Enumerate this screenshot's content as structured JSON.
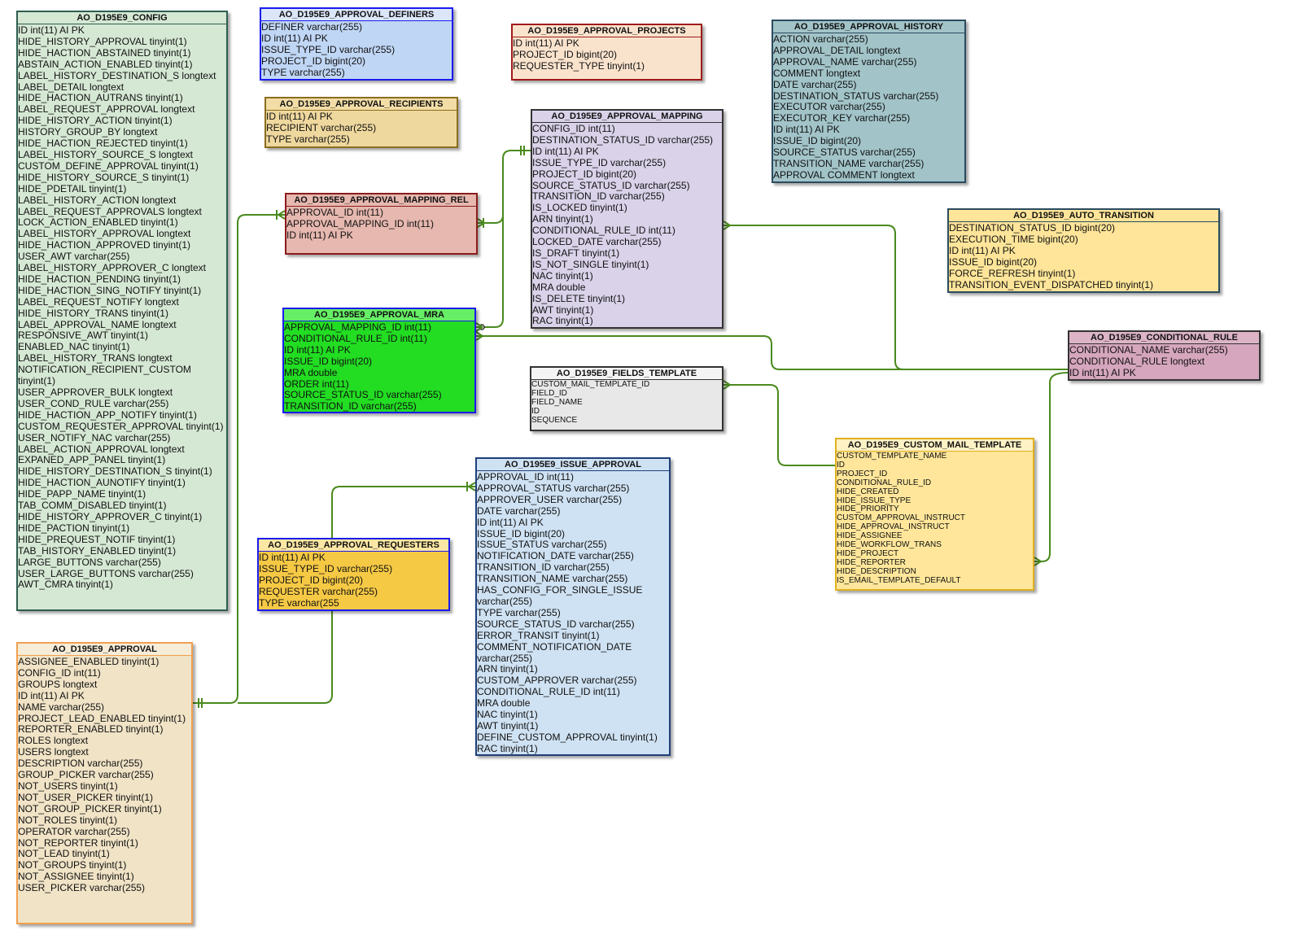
{
  "tables": [
    {
      "id": "config",
      "name": "AO_D195E9_CONFIG",
      "bg": "#d5e8d4",
      "border": "#2e5e50",
      "header_bg": "#d5e8d4",
      "rows": [
        "ID int(11) AI PK",
        "HIDE_HISTORY_APPROVAL tinyint(1)",
        "HIDE_HACTION_ABSTAINED tinyint(1)",
        "ABSTAIN_ACTION_ENABLED tinyint(1)",
        "LABEL_HISTORY_DESTINATION_S longtext",
        "LABEL_DETAIL longtext",
        "HIDE_HACTION_AUTRANS tinyint(1)",
        "LABEL_REQUEST_APPROVAL longtext",
        "HIDE_HISTORY_ACTION tinyint(1)",
        "HISTORY_GROUP_BY longtext",
        "HIDE_HACTION_REJECTED tinyint(1)",
        "LABEL_HISTORY_SOURCE_S longtext",
        "CUSTOM_DEFINE_APPROVAL tinyint(1)",
        "HIDE_HISTORY_SOURCE_S tinyint(1)",
        "HIDE_PDETAIL tinyint(1)",
        "LABEL_HISTORY_ACTION longtext",
        "LABEL_REQUEST_APPROVALS longtext",
        "LOCK_ACTION_ENABLED tinyint(1)",
        "LABEL_HISTORY_APPROVAL longtext",
        "HIDE_HACTION_APPROVED tinyint(1)",
        "USER_AWT varchar(255)",
        "LABEL_HISTORY_APPROVER_C longtext",
        "HIDE_HACTION_PENDING tinyint(1)",
        "HIDE_HACTION_SING_NOTIFY tinyint(1)",
        "LABEL_REQUEST_NOTIFY longtext",
        "HIDE_HISTORY_TRANS tinyint(1)",
        "LABEL_APPROVAL_NAME longtext",
        "RESPONSIVE_AWT tinyint(1)",
        "ENABLED_NAC tinyint(1)",
        "LABEL_HISTORY_TRANS longtext",
        "NOTIFICATION_RECIPIENT_CUSTOM tinyint(1)",
        "USER_APPROVER_BULK longtext",
        "USER_COND_RULE varchar(255)",
        "HIDE_HACTION_APP_NOTIFY tinyint(1)",
        "CUSTOM_REQUESTER_APPROVAL tinyint(1)",
        "USER_NOTIFY_NAC varchar(255)",
        "LABEL_ACTION_APPROVAL longtext",
        "EXPANED_APP_PANEL tinyint(1)",
        "HIDE_HISTORY_DESTINATION_S tinyint(1)",
        "HIDE_HACTION_AUNOTIFY tinyint(1)",
        "HIDE_PAPP_NAME tinyint(1)",
        "TAB_COMM_DISABLED tinyint(1)",
        "HIDE_HISTORY_APPROVER_C tinyint(1)",
        "HIDE_PACTION tinyint(1)",
        "HIDE_PREQUEST_NOTIF tinyint(1)",
        "TAB_HISTORY_ENABLED tinyint(1)",
        "LARGE_BUTTONS varchar(255)",
        "USER_LARGE_BUTTONS varchar(255)",
        "AWT_CMRA tinyint(1)"
      ]
    },
    {
      "id": "definers",
      "name": "AO_D195E9_APPROVAL_DEFINERS",
      "bg": "#c0d6f5",
      "border": "#1a1aee",
      "header_bg": "#dbe6f9",
      "rows": [
        "DEFINER varchar(255)",
        "ID int(11) AI PK",
        "ISSUE_TYPE_ID varchar(255)",
        "PROJECT_ID bigint(20)",
        "TYPE varchar(255)"
      ]
    },
    {
      "id": "projects",
      "name": "AO_D195E9_APPROVAL_PROJECTS",
      "bg": "#fae3cd",
      "border": "#a01a1a",
      "header_bg": "#fae3cd",
      "rows": [
        "ID int(11) AI PK",
        "PROJECT_ID bigint(20)",
        "REQUESTER_TYPE tinyint(1)"
      ]
    },
    {
      "id": "history",
      "name": "AO_D195E9_APPROVAL_HISTORY",
      "bg": "#a2c4c9",
      "border": "#2b4b5e",
      "header_bg": "#a2c4c9",
      "rows": [
        "ACTION varchar(255)",
        "APPROVAL_DETAIL longtext",
        "APPROVAL_NAME varchar(255)",
        "COMMENT longtext",
        "DATE varchar(255)",
        "DESTINATION_STATUS varchar(255)",
        "EXECUTOR varchar(255)",
        "EXECUTOR_KEY varchar(255)",
        "ID int(11) AI PK",
        "ISSUE_ID bigint(20)",
        "SOURCE_STATUS varchar(255)",
        "TRANSITION_NAME varchar(255)",
        "APPROVAL COMMENT longtext"
      ]
    },
    {
      "id": "recipients",
      "name": "AO_D195E9_APPROVAL_RECIPIENTS",
      "bg": "#efd89e",
      "border": "#8a6d1e",
      "header_bg": "#f2dda6",
      "rows": [
        "ID int(11) AI PK",
        "RECIPIENT varchar(255)",
        "TYPE varchar(255)"
      ]
    },
    {
      "id": "mapping",
      "name": "AO_D195E9_APPROVAL_MAPPING",
      "bg": "#d9d2e9",
      "border": "#333333",
      "header_bg": "#d9d2e9",
      "rows": [
        "CONFIG_ID int(11)",
        "DESTINATION_STATUS_ID varchar(255)",
        "ID int(11) AI PK",
        "ISSUE_TYPE_ID varchar(255)",
        "PROJECT_ID bigint(20)",
        "SOURCE_STATUS_ID varchar(255)",
        "TRANSITION_ID varchar(255)",
        "IS_LOCKED tinyint(1)",
        "ARN tinyint(1)",
        "CONDITIONAL_RULE_ID int(11)",
        "LOCKED_DATE varchar(255)",
        "IS_DRAFT tinyint(1)",
        "IS_NOT_SINGLE tinyint(1)",
        "NAC tinyint(1)",
        "MRA double",
        "IS_DELETE tinyint(1)",
        "AWT tinyint(1)",
        "RAC tinyint(1)"
      ]
    },
    {
      "id": "mapping_rel",
      "name": "AO_D195E9_APPROVAL_MAPPING_REL",
      "bg": "#e6b8af",
      "border": "#8b1c1c",
      "header_bg": "#e6b8af",
      "rows": [
        "APPROVAL_ID int(11)",
        "APPROVAL_MAPPING_ID int(11)",
        "ID int(11) AI PK"
      ]
    },
    {
      "id": "auto_transition",
      "name": "AO_D195E9_AUTO_TRANSITION",
      "bg": "#ffe599",
      "border": "#2b4b5e",
      "header_bg": "#ffe599",
      "rows": [
        "DESTINATION_STATUS_ID bigint(20)",
        "EXECUTION_TIME bigint(20)",
        "ID int(11) AI PK",
        "ISSUE_ID bigint(20)",
        "FORCE_REFRESH tinyint(1)",
        "TRANSITION_EVENT_DISPATCHED tinyint(1)"
      ]
    },
    {
      "id": "mra",
      "name": "AO_D195E9_APPROVAL_MRA",
      "bg": "#22dd22",
      "border": "#1a1aee",
      "header_bg": "#66ee66",
      "rows": [
        "APPROVAL_MAPPING_ID int(11)",
        "CONDITIONAL_RULE_ID int(11)",
        "ID int(11) AI PK",
        "ISSUE_ID bigint(20)",
        "MRA double",
        "ORDER int(11)",
        "SOURCE_STATUS_ID varchar(255)",
        "TRANSITION_ID varchar(255)"
      ]
    },
    {
      "id": "conditional_rule",
      "name": "AO_D195E9_CONDITIONAL_RULE",
      "bg": "#d5a6bd",
      "border": "#333333",
      "header_bg": "#dcb4c6",
      "rows": [
        "CONDITIONAL_NAME varchar(255)",
        "CONDITIONAL_RULE longtext",
        "ID int(11) AI PK"
      ]
    },
    {
      "id": "fields_template",
      "name": "AO_D195E9_FIELDS_TEMPLATE",
      "bg": "#e8e8e8",
      "border": "#333333",
      "header_bg": "#f4f4f4",
      "small": true,
      "rows": [
        "CUSTOM_MAIL_TEMPLATE_ID",
        "FIELD_ID",
        "FIELD_NAME",
        "ID",
        "SEQUENCE"
      ]
    },
    {
      "id": "custom_mail",
      "name": "AO_D195E9_CUSTOM_MAIL_TEMPLATE",
      "bg": "#ffe69a",
      "border": "#e0b020",
      "header_bg": "#fff2c4",
      "small": true,
      "rows": [
        "CUSTOM_TEMPLATE_NAME",
        "ID",
        "PROJECT_ID",
        "CONDITIONAL_RULE_ID",
        "HIDE_CREATED",
        "HIDE_ISSUE_TYPE",
        "HIDE_PRIORITY",
        "CUSTOM_APPROVAL_INSTRUCT",
        "HIDE_APPROVAL_INSTRUCT",
        "HIDE_ASSIGNEE",
        "HIDE_WORKFLOW_TRANS",
        "HIDE_PROJECT",
        "HIDE_REPORTER",
        "HIDE_DESCRIPTION",
        "IS_EMAIL_TEMPLATE_DEFAULT"
      ]
    },
    {
      "id": "issue_approval",
      "name": "AO_D195E9_ISSUE_APPROVAL",
      "bg": "#cfe2f3",
      "border": "#1f3f7a",
      "header_bg": "#cfe2f3",
      "rows": [
        "APPROVAL_ID int(11)",
        "APPROVAL_STATUS varchar(255)",
        "APPROVER_USER varchar(255)",
        "DATE varchar(255)",
        "ID int(11) AI PK",
        "ISSUE_ID bigint(20)",
        "ISSUE_STATUS varchar(255)",
        "NOTIFICATION_DATE varchar(255)",
        "TRANSITION_ID varchar(255)",
        "TRANSITION_NAME varchar(255)",
        "HAS_CONFIG_FOR_SINGLE_ISSUE varchar(255)",
        "TYPE varchar(255)",
        "SOURCE_STATUS_ID varchar(255)",
        "ERROR_TRANSIT tinyint(1)",
        "COMMENT_NOTIFICATION_DATE varchar(255)",
        "ARN tinyint(1)",
        "CUSTOM_APPROVER varchar(255)",
        "CONDITIONAL_RULE_ID int(11)",
        "MRA double",
        "NAC tinyint(1)",
        "AWT tinyint(1)",
        "DEFINE_CUSTOM_APPROVAL tinyint(1)",
        "RAC tinyint(1)"
      ]
    },
    {
      "id": "requesters",
      "name": "AO_D195E9_APPROVAL_REQUESTERS",
      "bg": "#f6c945",
      "border": "#1a1aee",
      "header_bg": "#fbe6a4",
      "rows": [
        "ID int(11) AI PK",
        "ISSUE_TYPE_ID varchar(255)",
        "PROJECT_ID bigint(20)",
        "REQUESTER varchar(255)",
        "TYPE varchar(255"
      ]
    },
    {
      "id": "approval",
      "name": "AO_D195E9_APPROVAL",
      "bg": "#f0e3c6",
      "border": "#f0a050",
      "header_bg": "#f6ecd8",
      "rows": [
        "ASSIGNEE_ENABLED tinyint(1)",
        "CONFIG_ID int(11)",
        "GROUPS longtext",
        "ID int(11) AI PK",
        "NAME varchar(255)",
        "PROJECT_LEAD_ENABLED tinyint(1)",
        "REPORTER_ENABLED tinyint(1)",
        "ROLES longtext",
        "USERS longtext",
        "DESCRIPTION varchar(255)",
        "GROUP_PICKER varchar(255)",
        "NOT_USERS tinyint(1)",
        "NOT_USER_PICKER tinyint(1)",
        "NOT_GROUP_PICKER tinyint(1)",
        "NOT_ROLES tinyint(1)",
        "OPERATOR varchar(255)",
        "NOT_REPORTER tinyint(1)",
        "NOT_LEAD tinyint(1)",
        "NOT_GROUPS tinyint(1)",
        "NOT_ASSIGNEE tinyint(1)",
        "USER_PICKER varchar(255)"
      ]
    }
  ],
  "link_color": "#4a8a1e"
}
